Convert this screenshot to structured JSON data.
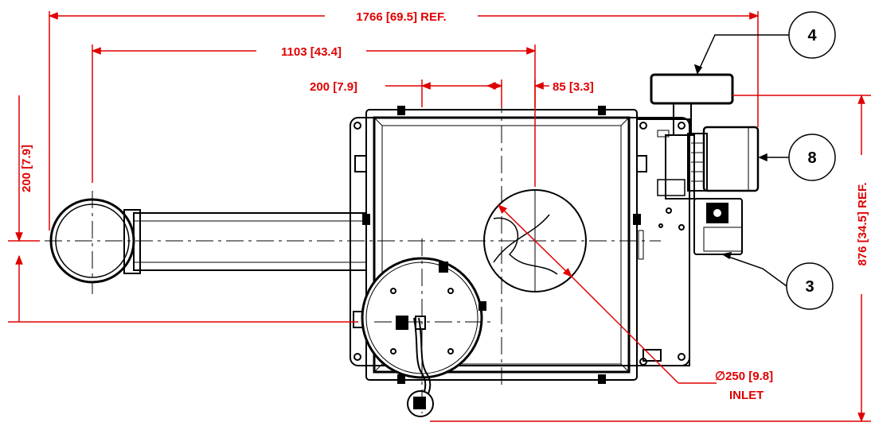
{
  "dimensions": {
    "overall_width": "1766 [69.5] REF.",
    "arm_length": "1103 [43.4]",
    "offset_left": "200 [7.9]",
    "offset_right": "85 [3.3]",
    "vertical_offset": "200 [7.9]",
    "overall_height": "876 [34.5] REF.",
    "inlet_diameter": "∅250 [9.8]",
    "inlet_label": "INLET"
  },
  "callouts": [
    "4",
    "8",
    "3"
  ],
  "colors": {
    "dimension": "#e00000",
    "linework": "#000000",
    "background": "#ffffff"
  }
}
